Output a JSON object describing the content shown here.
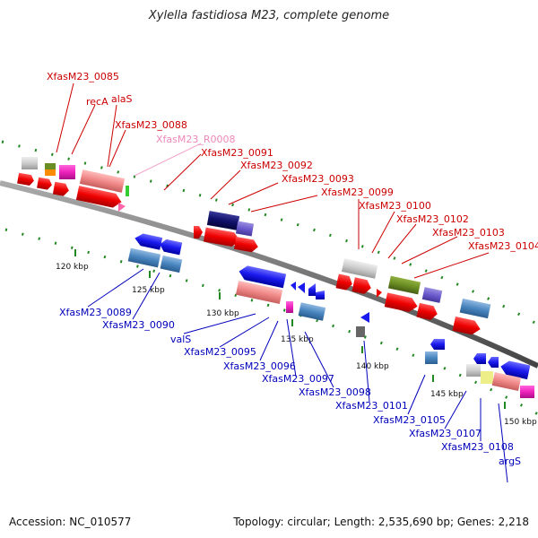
{
  "title": "Xylella fastidiosa M23, complete genome",
  "footer": {
    "accession": "Accession: NC_010577",
    "summary": "Topology: circular; Length: 2,535,690 bp; Genes: 2,218"
  },
  "colors": {
    "forward_label": "#cc0000",
    "reverse_label": "#0000bb",
    "rna_label": "#ee88bb",
    "forward_gene": "#ee0000",
    "reverse_gene": "#1a1aee",
    "backbone": "#888888",
    "tick": "#228822"
  },
  "ticks": [
    "120 kbp",
    "125 kbp",
    "130 kbp",
    "135 kbp",
    "140 kbp",
    "145 kbp",
    "150 kbp"
  ],
  "forward_labels": [
    "XfasM23_0085",
    "recA",
    "alaS",
    "XfasM23_0088",
    "XfasM23_R0008",
    "XfasM23_0091",
    "XfasM23_0092",
    "XfasM23_0093",
    "XfasM23_0099",
    "XfasM23_0100",
    "XfasM23_0102",
    "XfasM23_0103",
    "XfasM23_0104"
  ],
  "reverse_labels": [
    "XfasM23_0089",
    "XfasM23_0090",
    "valS",
    "XfasM23_0095",
    "XfasM23_0096",
    "XfasM23_0097",
    "XfasM23_0098",
    "XfasM23_0101",
    "XfasM23_0105",
    "XfasM23_0107",
    "XfasM23_0108",
    "argS"
  ]
}
